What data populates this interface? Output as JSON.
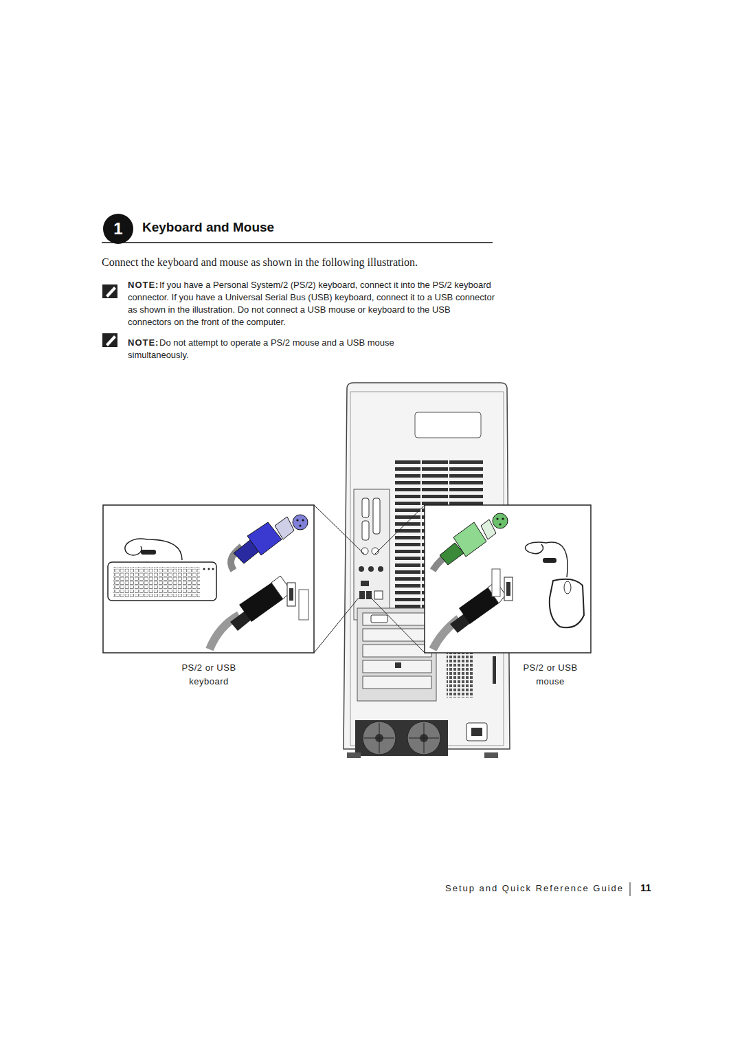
{
  "diagram": {
    "title": "Keyboard and Mouse",
    "labels": [
      "1",
      "Connect the keyboard and mouse as shown in the following illustration.",
      "NOTE:",
      "If you have a Personal System/2 (PS/2) keyboard, connect it into the PS/2 keyboard connector. If you have a Universal Serial Bus (USB) keyboard, connect it to a USB connector as shown in the illustration. Do not connect a USB mouse or keyboard to the USB connectors on the front of the computer.",
      "NOTE:",
      "Do not attempt to operate a PS/2 mouse and a USB mouse simultaneously.",
      "PS/2 or USB keyboard",
      "PS/2 or USB mouse",
      "Setup and Quick Reference Guide",
      "11"
    ]
  }
}
